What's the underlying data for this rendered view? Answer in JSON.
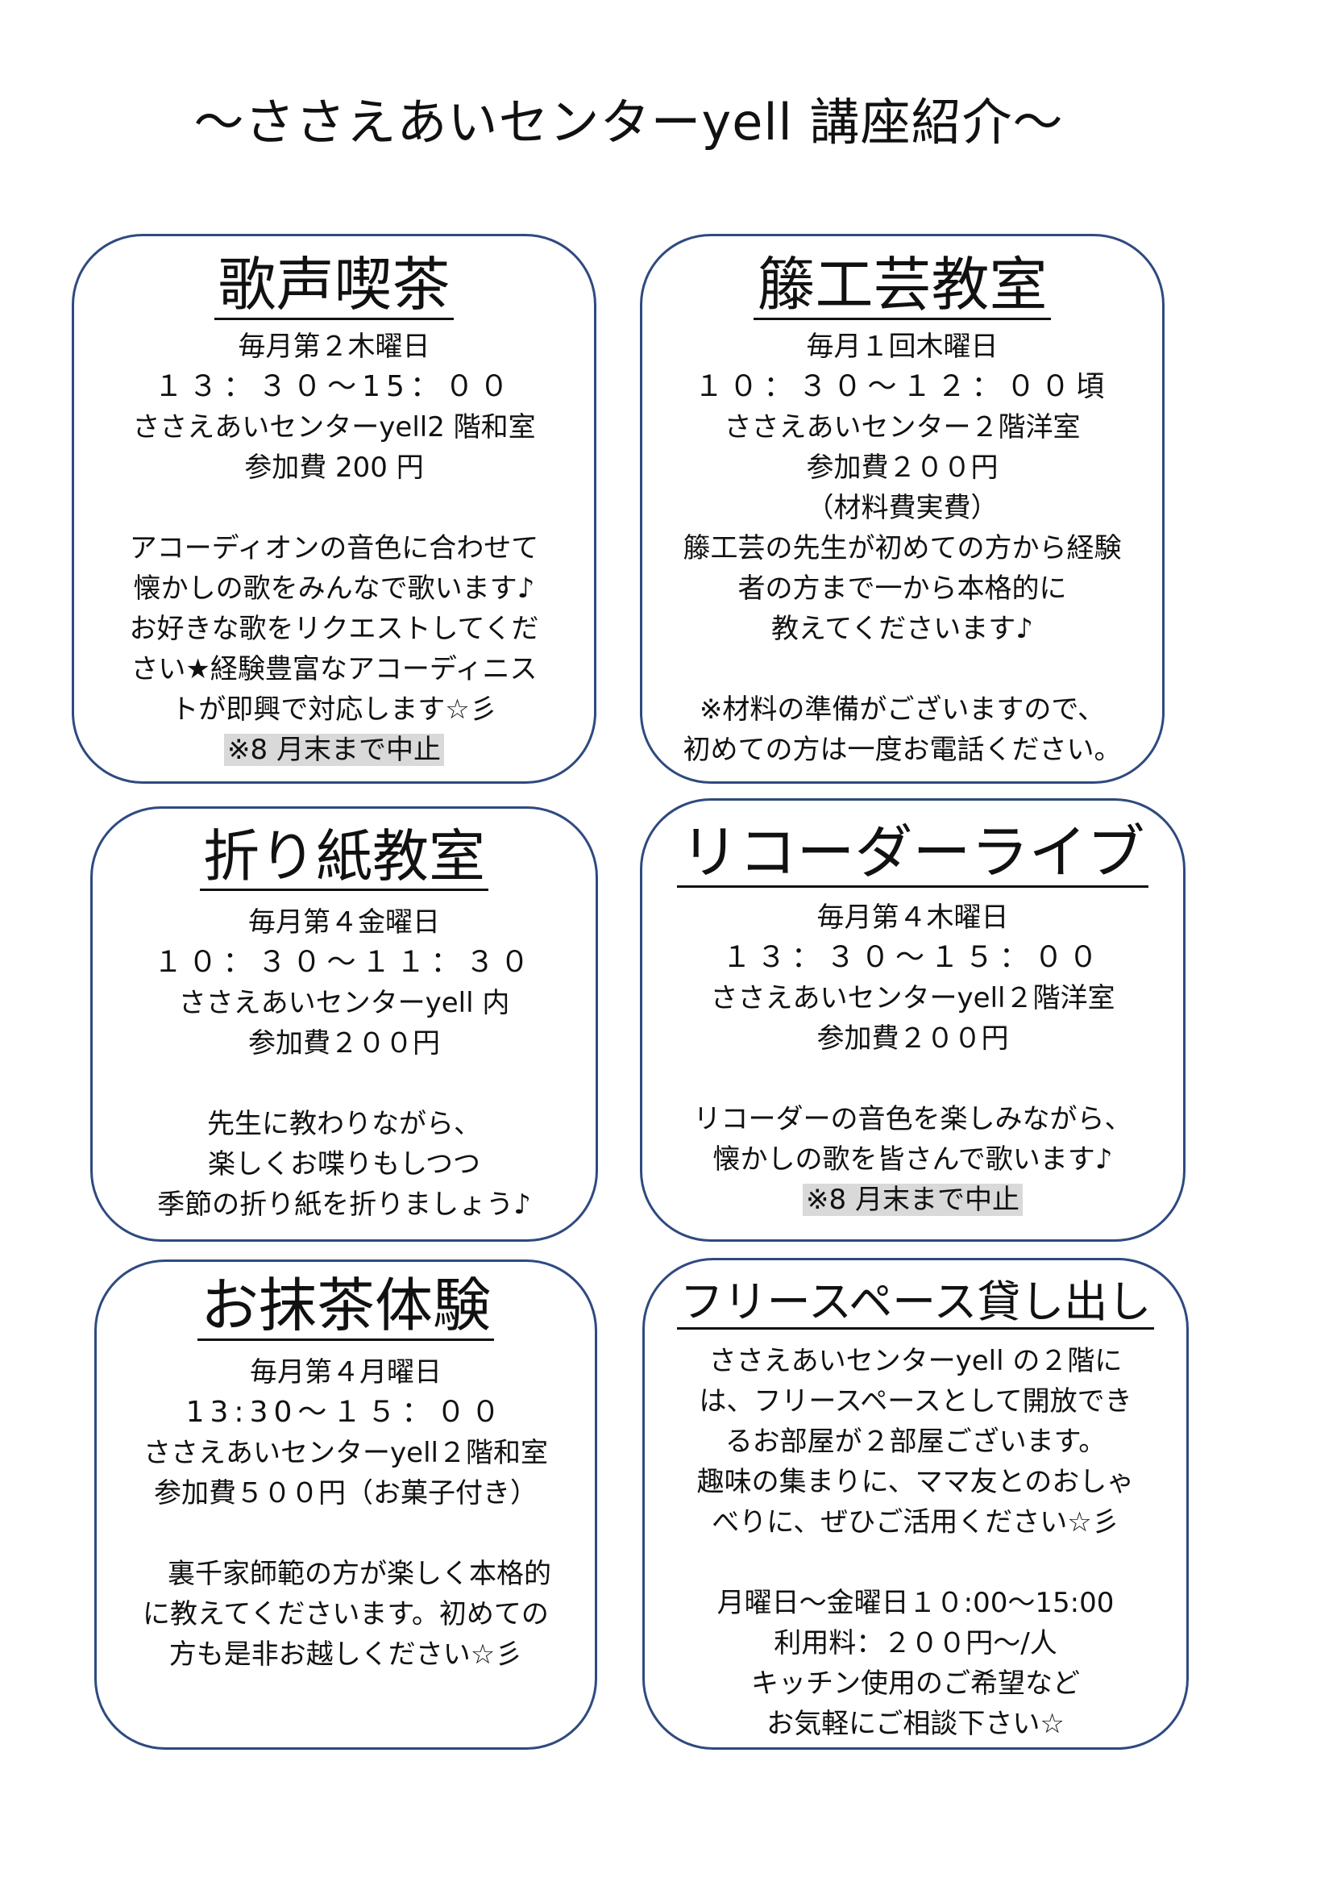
{
  "page": {
    "title": "～ささえあいセンターyell 講座紹介～"
  },
  "cards": {
    "utagoe": {
      "title": "歌声喫茶",
      "lines": [
        "毎月第２木曜日",
        "１３：３０〜15：００",
        "ささえあいセンターyell2 階和室",
        "参加費 200 円",
        "",
        "アコーディオンの音色に合わせて",
        "懐かしの歌をみんなで歌います♪",
        "お好きな歌をリクエストしてくだ",
        "さい★経験豊富なアコーディニス",
        "トが即興で対応します☆彡"
      ],
      "notice": "※8 月末まで中止"
    },
    "tou": {
      "title": "籐工芸教室",
      "lines": [
        "毎月１回木曜日",
        "１０：３０〜１２：００頃",
        "ささえあいセンター２階洋室",
        "参加費２００円",
        "（材料費実費）",
        "籐工芸の先生が初めての方から経験",
        "者の方まで一から本格的に",
        "教えてくださいます♪",
        "",
        "※材料の準備がございますので、",
        "初めての方は一度お電話ください。"
      ]
    },
    "origami": {
      "title": "折り紙教室",
      "lines": [
        "毎月第４金曜日",
        "１０：３０〜１１：３０",
        "ささえあいセンターyell 内",
        "参加費２００円",
        "",
        "先生に教わりながら、",
        "楽しくお喋りもしつつ",
        "季節の折り紙を折りましょう♪"
      ]
    },
    "recorder": {
      "title": "リコーダーライブ",
      "lines": [
        "毎月第４木曜日",
        "１３：３０〜１５：００",
        "ささえあいセンターyell２階洋室",
        "参加費２００円",
        "",
        "リコーダーの音色を楽しみながら、",
        "懐かしの歌を皆さんで歌います♪"
      ],
      "notice": "※8 月末まで中止"
    },
    "matcha": {
      "title": "お抹茶体験",
      "lines": [
        "毎月第４月曜日",
        "13:30〜１５：００",
        "ささえあいセンターyell２階和室",
        "参加費５００円（お菓子付き）",
        "",
        "　裏千家師範の方が楽しく本格的",
        "に教えてくださいます。初めての",
        "方も是非お越しください☆彡"
      ]
    },
    "free": {
      "title": "フリースペース貸し出し",
      "lines": [
        "ささえあいセンターyell の２階に",
        "は、フリースペースとして開放でき",
        "るお部屋が２部屋ございます。",
        "趣味の集まりに、ママ友とのおしゃ",
        "べりに、ぜひご活用ください☆彡",
        "",
        "月曜日〜金曜日１０:00〜15:00",
        "利用料：２００円〜/人",
        "キッチン使用のご希望など",
        "お気軽にご相談下さい☆"
      ]
    }
  },
  "colors": {
    "card_border": "#2e4a80",
    "notice_highlight": "#d9d9d9"
  }
}
